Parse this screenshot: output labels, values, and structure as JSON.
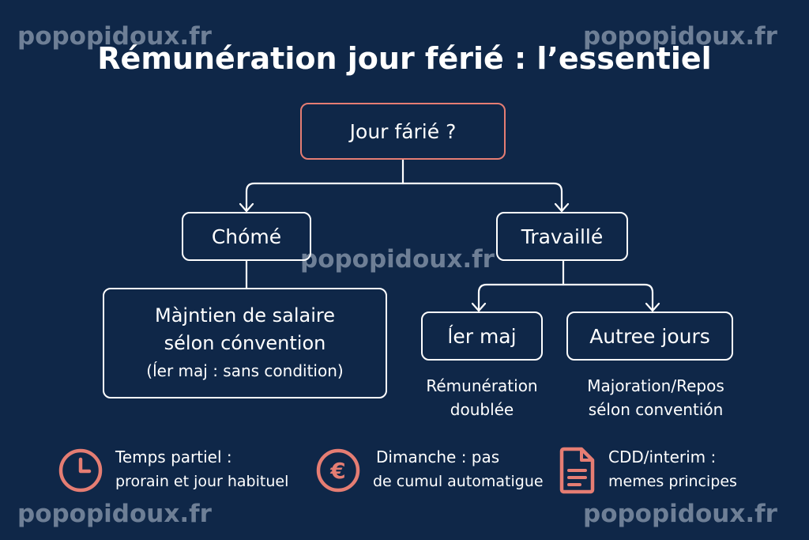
{
  "title": "Rémunération jour férié : l’essentiel",
  "watermark": "popopidoux.fr",
  "colors": {
    "background": "#0f2748",
    "accent": "#e57d73",
    "line": "#ffffff"
  },
  "tree": {
    "root": "Jour fárié ?",
    "left": {
      "label": "Chómé",
      "detail": {
        "line1": "Màjntien de salaire",
        "line2": "sélon cónvention",
        "line3": "(ĺer maj : sans condition)"
      }
    },
    "right": {
      "label": "Travaillé",
      "children": [
        {
          "label": "ĺer maj",
          "caption1": "Rémunération",
          "caption2": "doublée"
        },
        {
          "label": "Autree jours",
          "caption1": "Majoration/Repos",
          "caption2": "sélon conventión"
        }
      ]
    }
  },
  "footer": [
    {
      "icon": "clock-icon",
      "title": "Temps partiel :",
      "desc": "prorain et jour habituel"
    },
    {
      "icon": "euro-coin-icon",
      "title": "Dimanche : pas",
      "desc": "de cumul automatigue"
    },
    {
      "icon": "document-icon",
      "title": "CDD/interim :",
      "desc": "memes principes"
    }
  ]
}
